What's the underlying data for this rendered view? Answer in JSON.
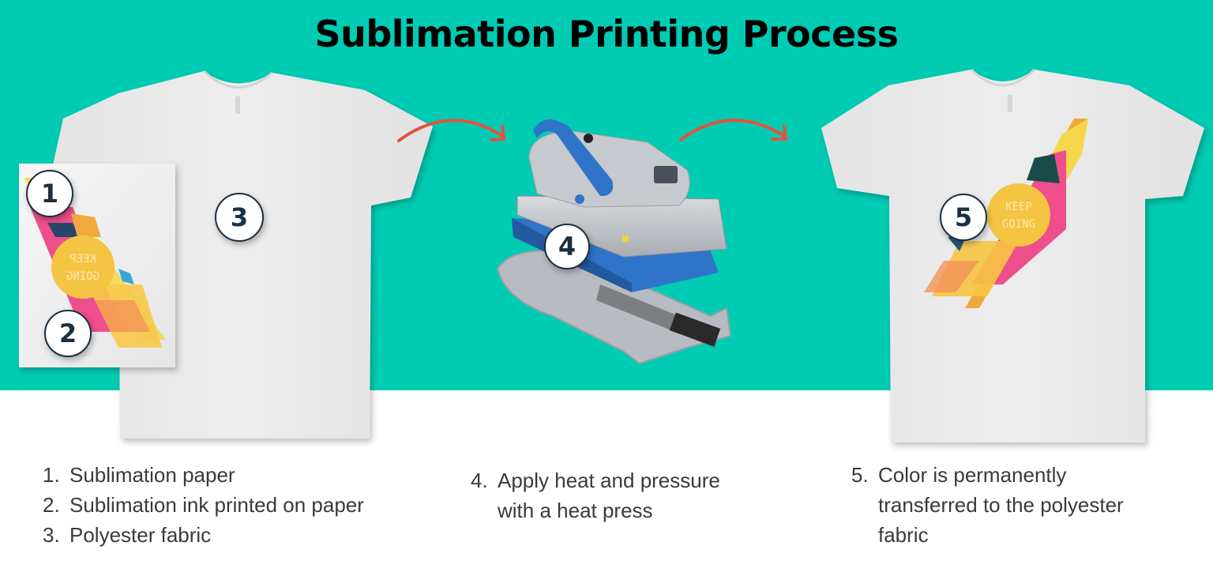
{
  "title": "Sublimation Printing Process",
  "colors": {
    "background_teal": "#00ccb4",
    "page_white": "#ffffff",
    "arrow_red": "#e2533f",
    "badge_border": "#1c2e3f",
    "design_yellow": "#f6c443",
    "design_pink": "#ee4f8c",
    "heat_press_blue": "#2f74c9",
    "caption_text": "#3a3a3a"
  },
  "illustrations": {
    "left": {
      "description": "White t-shirt with sublimation paper bearing mirrored design",
      "paper_design_text": [
        "KEEP",
        "GOING"
      ],
      "paper_design_mirrored": true
    },
    "middle": {
      "description": "Swing-away heat press machine"
    },
    "right": {
      "description": "White t-shirt with transferred colorful design",
      "shirt_design_text": [
        "KEEP",
        "GOING"
      ]
    },
    "arrows": [
      {
        "from": "left-shirt",
        "to": "heat-press",
        "icon": "curved-arrow-right"
      },
      {
        "from": "heat-press",
        "to": "right-shirt",
        "icon": "curved-arrow-right"
      }
    ]
  },
  "badges": [
    {
      "number": "1",
      "refers_to": "Sublimation paper"
    },
    {
      "number": "2",
      "refers_to": "Sublimation ink printed on paper"
    },
    {
      "number": "3",
      "refers_to": "Polyester fabric"
    },
    {
      "number": "4",
      "refers_to": "Heat press"
    },
    {
      "number": "5",
      "refers_to": "Transferred color"
    }
  ],
  "captions": {
    "left": [
      {
        "num": "1.",
        "text": "Sublimation paper"
      },
      {
        "num": "2.",
        "text": "Sublimation ink printed on paper"
      },
      {
        "num": "3.",
        "text": "Polyester fabric"
      }
    ],
    "middle": {
      "num": "4.",
      "lines": [
        "Apply heat and pressure",
        "with a heat press"
      ]
    },
    "right": {
      "num": "5.",
      "lines": [
        "Color is permanently",
        "transferred to the polyester",
        "fabric"
      ]
    }
  }
}
